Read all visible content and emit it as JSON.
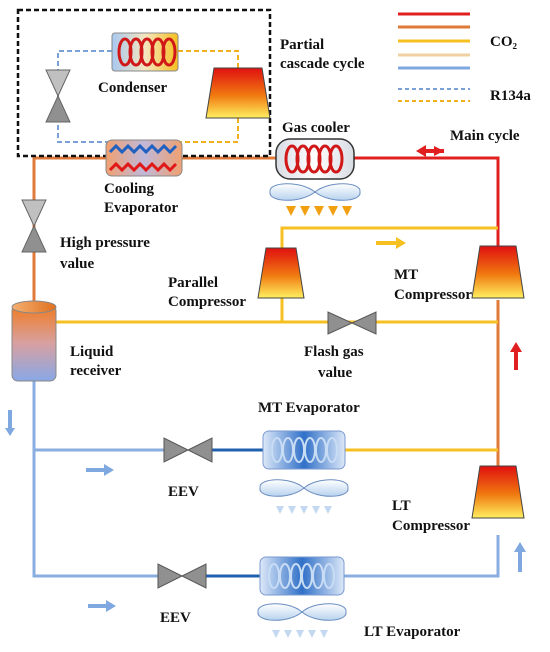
{
  "legend": {
    "co2_label": "CO₂",
    "r134a_label": "R134a",
    "co2_colors": [
      "#e02020",
      "#e07a3a",
      "#f5c020",
      "#f0d0a0",
      "#80a8e0"
    ],
    "r134a_colors": [
      "#7aa0d8",
      "#f0b020"
    ]
  },
  "labels": {
    "partial_cascade": [
      "Partial",
      "cascade cycle"
    ],
    "condenser": "Condenser",
    "gas_cooler": "Gas cooler",
    "main_cycle": "Main cycle",
    "cooling_evaporator": [
      "Cooling",
      "Evaporator"
    ],
    "high_pressure_valve": [
      "High pressure",
      "value"
    ],
    "parallel_compressor": [
      "Parallel",
      "Compressor"
    ],
    "mt_compressor": [
      "MT",
      "Compressor"
    ],
    "liquid_receiver": [
      "Liquid",
      "receiver"
    ],
    "flash_gas_valve": [
      "Flash gas",
      "value"
    ],
    "mt_evaporator": "MT Evaporator",
    "eev_1": "EEV",
    "eev_2": "EEV",
    "lt_compressor": [
      "LT",
      "Compressor"
    ],
    "lt_evaporator": "LT Evaporator"
  },
  "colors": {
    "red": "#e02020",
    "orange": "#e07a3a",
    "yellow": "#f5c020",
    "blue": "#8aaee0",
    "dark_blue": "#2060b0"
  },
  "icons": [
    "valve-icon",
    "compressor-icon",
    "coil-icon",
    "fan-icon",
    "arrow-icon"
  ]
}
